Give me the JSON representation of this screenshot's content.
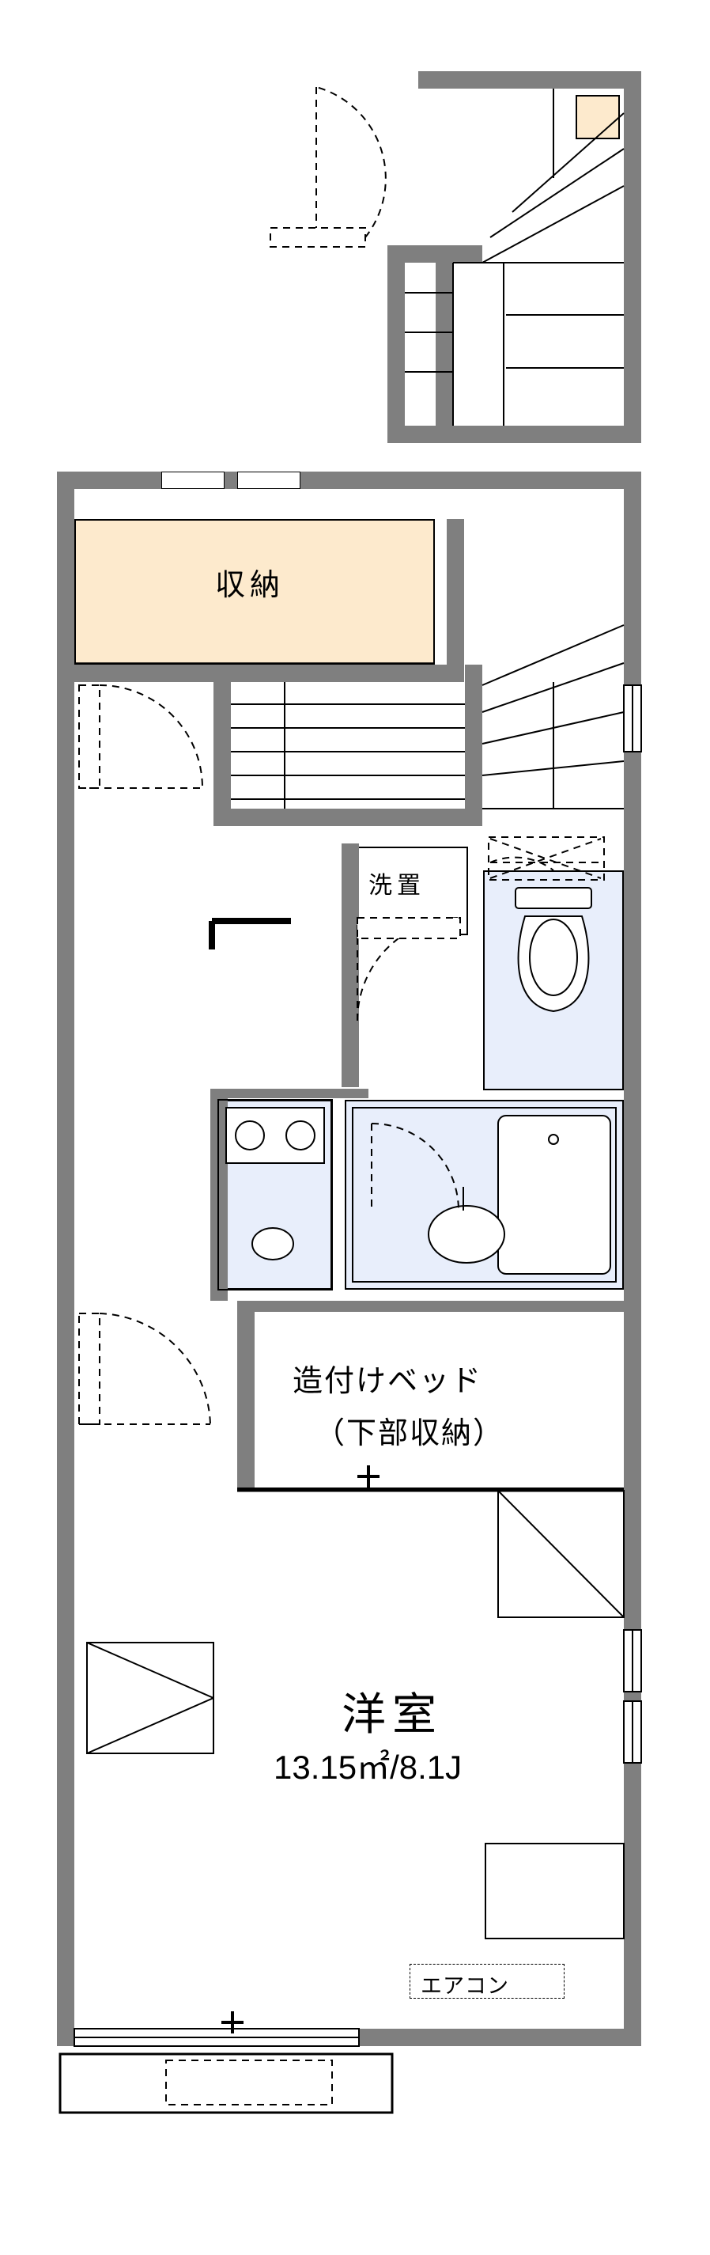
{
  "floorplan": {
    "title_room": "洋室",
    "area_label": "13.15㎡/8.1J",
    "labels": {
      "closet": "収納",
      "washer": "洗置",
      "builtin_bed_line1": "造付けベッド",
      "builtin_bed_line2": "（下部収納）",
      "aircon": "エアコン"
    },
    "colors": {
      "wall": "#7f7f7f",
      "closet_fill": "#fdeacd",
      "water_fill": "#e8eefb",
      "line": "#000000",
      "background": "#ffffff"
    },
    "rooms": [
      {
        "name": "収納",
        "type": "closet"
      },
      {
        "name": "洗置",
        "type": "washer-space"
      },
      {
        "name": "洋室",
        "type": "western-room",
        "area": "13.15㎡/8.1J"
      },
      {
        "name": "造付けベッド（下部収納）",
        "type": "built-in-bed"
      }
    ],
    "fixtures": [
      "toilet",
      "bathtub",
      "sink",
      "stove",
      "stairs",
      "entrance-door",
      "aircon"
    ]
  }
}
